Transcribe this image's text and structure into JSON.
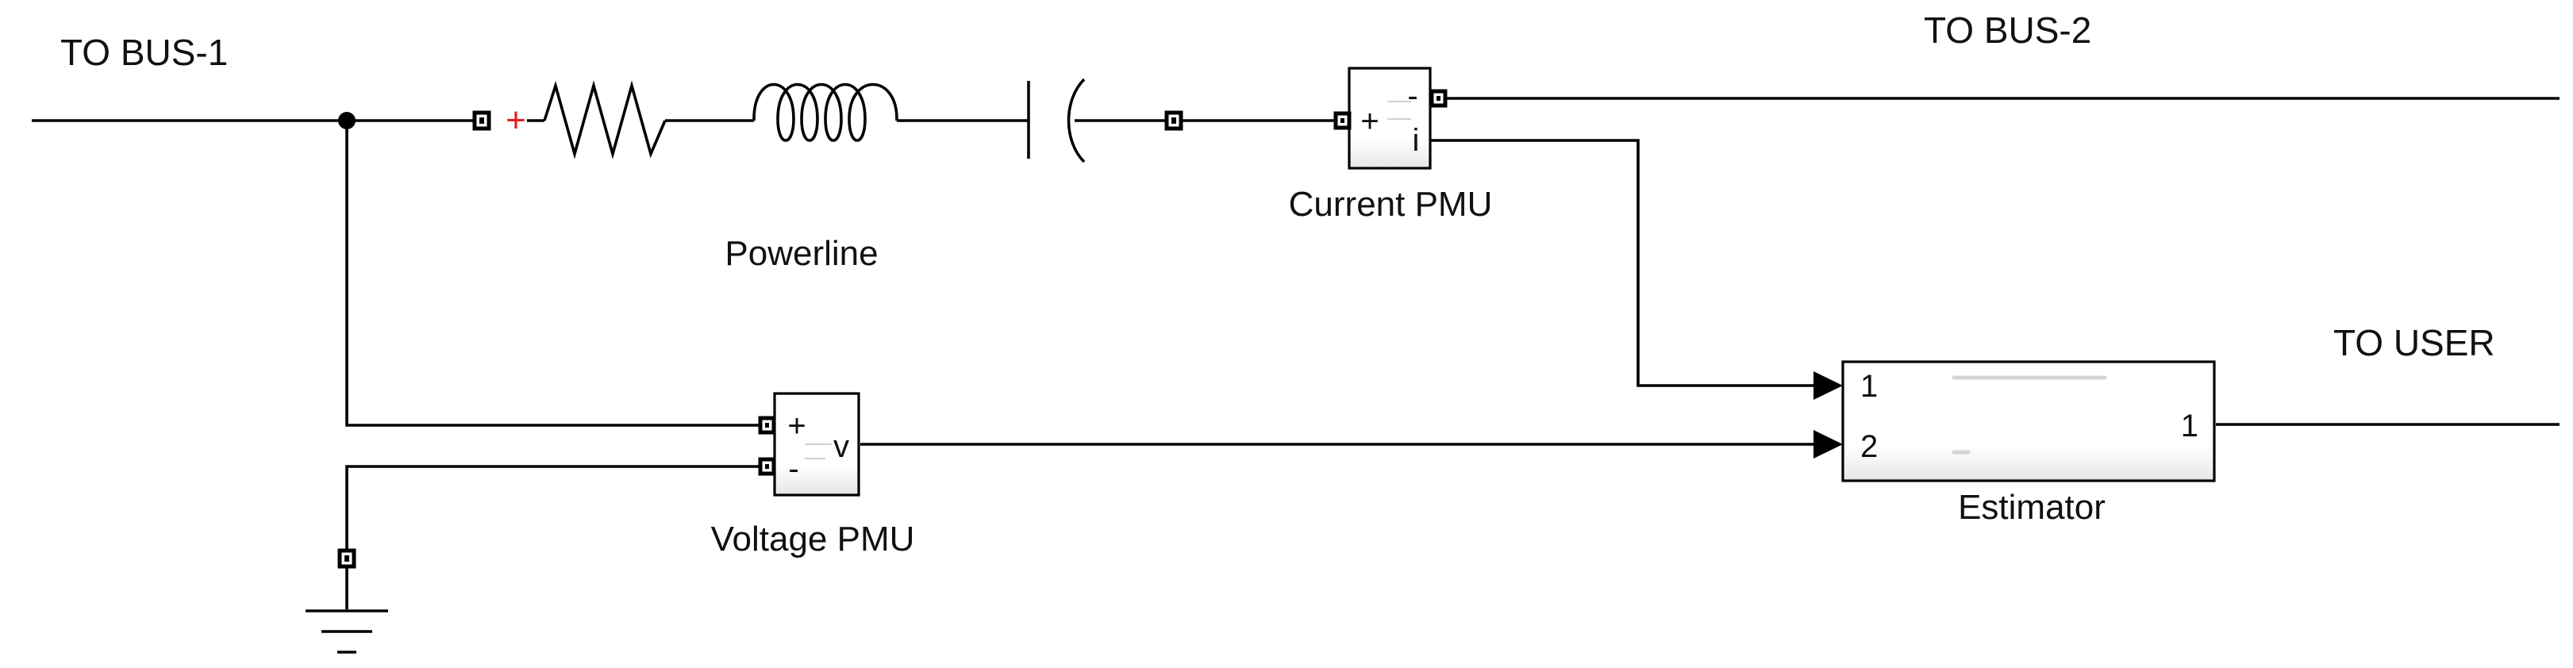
{
  "diagram": {
    "labels": {
      "bus1": "TO BUS-1",
      "bus2": "TO BUS-2",
      "user": "TO USER",
      "powerline": "Powerline",
      "current_pmu": "Current PMU",
      "voltage_pmu": "Voltage PMU",
      "estimator": "Estimator"
    },
    "current_pmu": {
      "plus": "+",
      "minus": "-",
      "out": "i"
    },
    "voltage_pmu": {
      "plus": "+",
      "minus": "-",
      "out": "v"
    },
    "estimator": {
      "in1": "1",
      "in2": "2",
      "out1": "1"
    },
    "powerline": {
      "polarity": "+"
    },
    "colors": {
      "line": "#000000",
      "polarity": "#e02020",
      "block_fill": "#ffffff"
    }
  }
}
